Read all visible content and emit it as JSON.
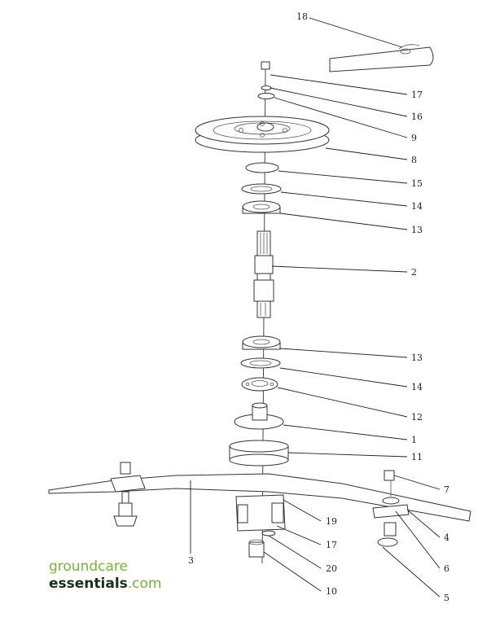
{
  "brand": {
    "top": "groundcare",
    "name": "essentials",
    "suffix": ".com",
    "green": "#7ab335",
    "dark": "#1a2e20"
  },
  "callouts": [
    {
      "key": "18",
      "text": "18"
    },
    {
      "key": "17a",
      "text": "17"
    },
    {
      "key": "16",
      "text": "16"
    },
    {
      "key": "9",
      "text": "9"
    },
    {
      "key": "8",
      "text": "8"
    },
    {
      "key": "15",
      "text": "15"
    },
    {
      "key": "14a",
      "text": "14"
    },
    {
      "key": "13a",
      "text": "13"
    },
    {
      "key": "2",
      "text": "2"
    },
    {
      "key": "13b",
      "text": "13"
    },
    {
      "key": "14b",
      "text": "14"
    },
    {
      "key": "12",
      "text": "12"
    },
    {
      "key": "1",
      "text": "1"
    },
    {
      "key": "11",
      "text": "11"
    },
    {
      "key": "7",
      "text": "7"
    },
    {
      "key": "4",
      "text": "4"
    },
    {
      "key": "19",
      "text": "19"
    },
    {
      "key": "17b",
      "text": "17"
    },
    {
      "key": "6",
      "text": "6"
    },
    {
      "key": "3",
      "text": "3"
    },
    {
      "key": "20",
      "text": "20"
    },
    {
      "key": "5",
      "text": "5"
    },
    {
      "key": "10",
      "text": "10"
    }
  ]
}
